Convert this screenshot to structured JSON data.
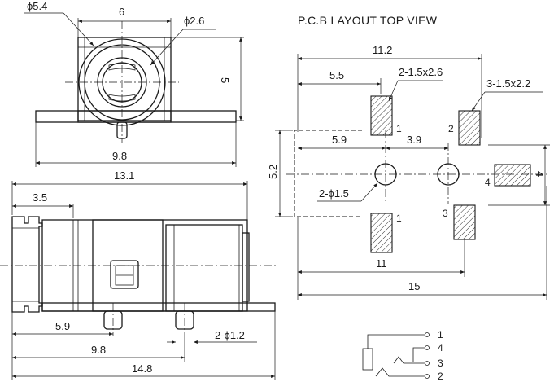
{
  "title": "P.C.B LAYOUT TOP VIEW",
  "front_view": {
    "dim_hole_dia": "ϕ5.4",
    "dim_width_top": "6",
    "dim_pin_dia": "ϕ2.6",
    "dim_height": "5",
    "dim_base_width": "9.8"
  },
  "side_view": {
    "dim_overall_length": "13.1",
    "dim_front_offset": "3.5",
    "dim_pin1_offset": "5.9",
    "dim_pin2_offset": "9.8",
    "dim_total_length": "14.8",
    "dim_pin_dia": "2-ϕ1.2"
  },
  "pcb_layout": {
    "dim_overall_width": "11.2",
    "dim_pad_offset": "5.5",
    "dim_pad_a_size": "2-1.5x2.6",
    "dim_pad_b_size": "3-1.5x2.2",
    "dim_hole_offset": "5.9",
    "dim_hole_spacing": "3.9",
    "dim_height": "5.2",
    "dim_hole_dia": "2-ϕ1.5",
    "dim_pad4_height": "4",
    "dim_bottom_width": "11",
    "dim_total_width": "15",
    "pin_labels": [
      "1",
      "2",
      "4",
      "1",
      "3"
    ]
  },
  "schematic": {
    "pins": [
      "1",
      "4",
      "3",
      "2"
    ]
  }
}
